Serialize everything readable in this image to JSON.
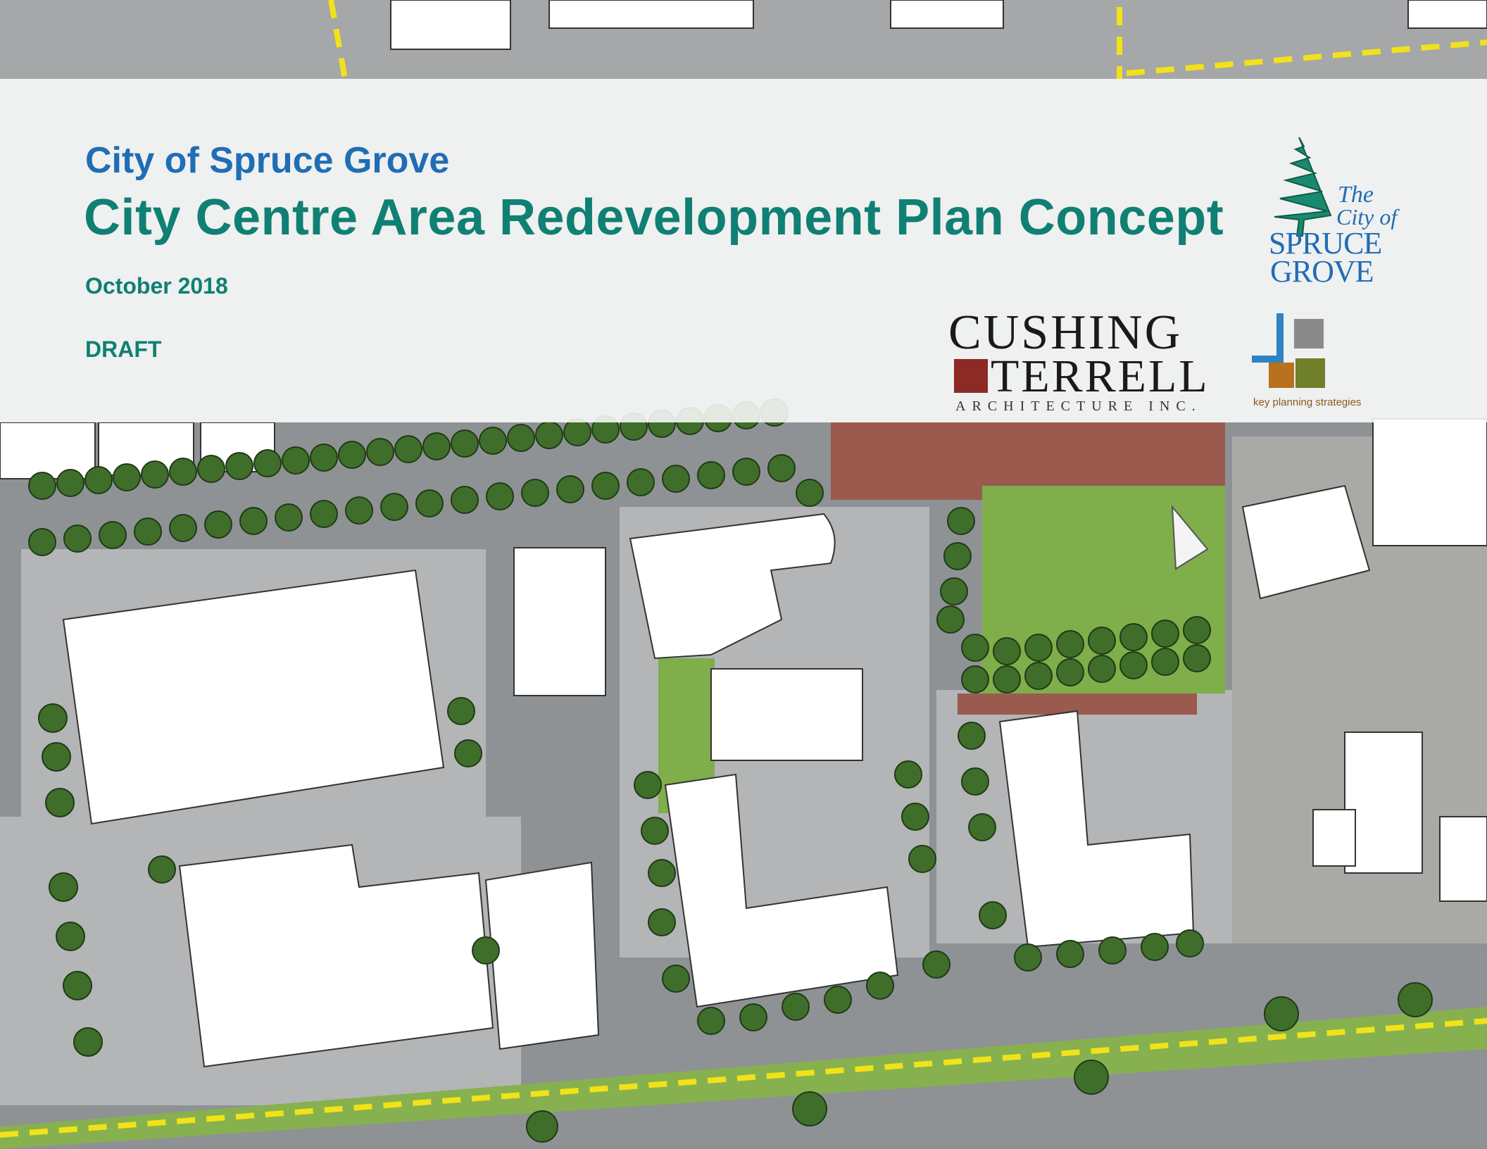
{
  "header": {
    "organization": "City of Spruce Grove",
    "title": "City Centre Area Redevelopment Plan Concept",
    "date": "October 2018",
    "status": "DRAFT"
  },
  "logos": {
    "city": {
      "the": "The",
      "city_of": "City of",
      "spruce": "SPRUCE",
      "grove": "GROVE",
      "color": "#1f6db5",
      "tree_color": "#1a8a6e"
    },
    "cushing_terrell": {
      "line1": "CUSHING",
      "line2": "TERRELL",
      "line3": "ARCHITECTURE INC.",
      "accent_color": "#8c2a25"
    },
    "key_planning": {
      "label": "key planning strategies",
      "colors": [
        "#2f82c4",
        "#8a8a8a",
        "#b8711e",
        "#6f7f2a"
      ]
    }
  },
  "background": {
    "description_type": "site-plan-rendering",
    "colors": {
      "road": "#8f9294",
      "parking": "#b3b5b7",
      "building": "#ffffff",
      "grass": "#7fae4a",
      "tree": "#3f6e2b",
      "paving": "#9a5a4e",
      "road_marking": "#f2e21a"
    }
  }
}
